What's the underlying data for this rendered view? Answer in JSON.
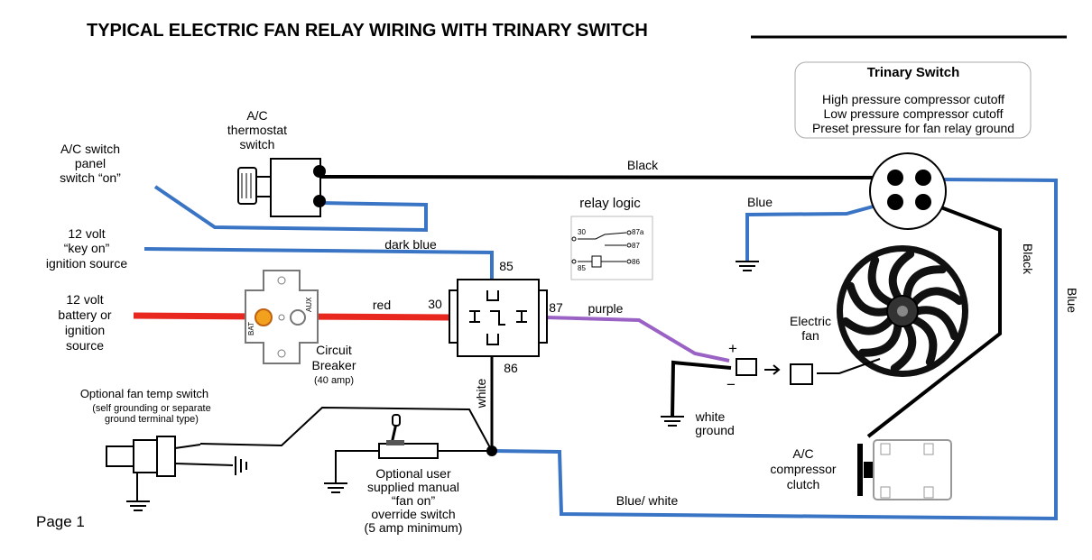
{
  "title": "TYPICAL ELECTRIC FAN RELAY WIRING WITH TRINARY SWITCH",
  "page": "Page 1",
  "trinary": {
    "title": "Trinary Switch",
    "line1": "High pressure compressor cutoff",
    "line2": "Low pressure compressor cutoff",
    "line3": "Preset pressure for fan relay ground"
  },
  "thermostat": [
    "A/C",
    "thermostat",
    "switch"
  ],
  "ac_panel": [
    "A/C switch",
    "panel",
    "switch “on”"
  ],
  "key_on": [
    "12 volt",
    "“key on”",
    "ignition source"
  ],
  "battery": [
    "12 volt",
    "battery or",
    "ignition",
    "source"
  ],
  "breaker": {
    "l1": "Circuit",
    "l2": "Breaker",
    "l3": "(40 amp)",
    "bat": "BAT",
    "aux": "AUX"
  },
  "relay_logic": {
    "title": "relay logic",
    "p30": "30",
    "p87a": "87a",
    "p87": "87",
    "p85": "85",
    "p86": "86"
  },
  "relay_pins": {
    "p85": "85",
    "p30": "30",
    "p87": "87",
    "p86": "86"
  },
  "fan_temp": {
    "l1": "Optional fan temp switch",
    "l2": "(self grounding or separate",
    "l3": "ground terminal type)"
  },
  "override": [
    "Optional user",
    "supplied manual",
    "“fan on”",
    "override switch",
    "(5 amp minimum)"
  ],
  "fan": [
    "Electric",
    "fan"
  ],
  "fan_ground": [
    "white",
    "ground"
  ],
  "compressor": [
    "A/C",
    "compressor",
    "clutch"
  ],
  "polarity": {
    "plus": "+",
    "minus": "−"
  },
  "wires": {
    "black_top": "Black",
    "blue_short": "Blue",
    "dark_blue": "dark blue",
    "red": "red",
    "purple": "purple",
    "white": "white",
    "black_vert": "Black",
    "blue_vert": "Blue",
    "blue_white": "Blue/ white"
  },
  "colors": {
    "black": "#000000",
    "blue": "#3a74c4",
    "red": "#e8281e",
    "purple": "#9a62c4",
    "gray": "#888888"
  }
}
